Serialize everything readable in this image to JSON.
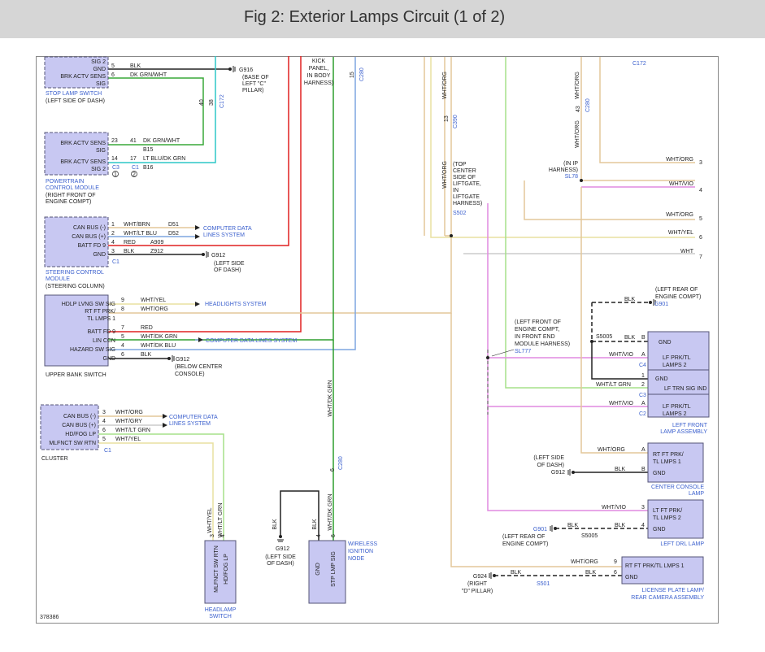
{
  "title": "Fig 2: Exterior Lamps Circuit (1 of 2)",
  "figure_id": "378386",
  "colors": {
    "red": "#e02020",
    "green": "#2e9e2e",
    "dk_grn_wht": "#38a838",
    "cyan": "#2dc7c7",
    "tan": "#e3c79a",
    "violet": "#e18ae1",
    "light_green": "#a6e08a",
    "blue": "#7ea6e0",
    "black": "#222222",
    "component_fill": "#c8c8f2"
  },
  "stop_lamp": {
    "pins": [
      "SIG 2",
      "GND",
      "BRK ACTV SENS",
      "SIG"
    ],
    "wires": [
      {
        "pin": "5",
        "color": "BLK"
      },
      {
        "pin": "6",
        "color": "DK GRN/WHT"
      }
    ],
    "name": "STOP LAMP SWITCH",
    "loc": "(LEFT SIDE OF DASH)",
    "ground": {
      "id": "G916",
      "loc": [
        "(BASE OF",
        "LEFT \"C\"",
        "PILLAR)"
      ]
    }
  },
  "c172_left": {
    "id": "C172",
    "pins": [
      "40",
      "38"
    ]
  },
  "pcm": {
    "pins": [
      "BRK ACTV SENS",
      "SIG",
      "BRK ACTV SENS",
      "SIG 2"
    ],
    "wires": [
      {
        "pin": "23",
        "num": "41",
        "color": "DK GRN/WHT",
        "circuit": "B15"
      },
      {
        "pin": "14",
        "num": "17",
        "color": "LT BLU/DK GRN",
        "circuit": "B16"
      }
    ],
    "connectors": [
      "C3",
      "C1"
    ],
    "circles": [
      "1",
      "2"
    ],
    "name": [
      "POWERTRAIN",
      "CONTROL MODULE"
    ],
    "loc": [
      "(RIGHT FRONT OF",
      "ENGINE COMPT)"
    ]
  },
  "scm": {
    "pins": [
      "CAN BUS (-)",
      "CAN BUS (+)",
      "BATT FD 9",
      "GND"
    ],
    "wires": [
      {
        "pin": "1",
        "color": "WHT/BRN",
        "circuit": "D51"
      },
      {
        "pin": "2",
        "color": "WHT/LT BLU",
        "circuit": "D52"
      },
      {
        "pin": "4",
        "color": "RED",
        "circuit": "A909"
      },
      {
        "pin": "3",
        "color": "BLK",
        "circuit": "Z912"
      }
    ],
    "connector": "C1",
    "data_label": [
      "COMPUTER DATA",
      "LINES SYSTEM"
    ],
    "ground": {
      "id": "G912",
      "loc": [
        "(LEFT SIDE",
        "OF DASH)"
      ]
    },
    "name": [
      "STEERING CONTROL",
      "MODULE"
    ],
    "loc": "(STEERING COLUMN)"
  },
  "ubs": {
    "pins": [
      "HDLP LVNG SW SIG",
      "RT FT PRK/",
      "TL LMPS 1",
      "BATT FD 9",
      "LIN CCN",
      "HAZARD SW SIG",
      "GND"
    ],
    "wires": [
      {
        "pin": "9",
        "color": "WHT/YEL"
      },
      {
        "pin": "8",
        "color": "WHT/ORG"
      },
      {
        "pin": "7",
        "color": "RED"
      },
      {
        "pin": "5",
        "color": "WHT/DK GRN"
      },
      {
        "pin": "4",
        "color": "WHT/DK BLU"
      },
      {
        "pin": "6",
        "color": "BLK"
      }
    ],
    "headlights_label": "HEADLIGHTS SYSTEM",
    "data_label": "COMPUTER DATA LINES SYSTEM",
    "ground": {
      "id": "G912",
      "loc": [
        "(BELOW CENTER",
        "CONSOLE)"
      ]
    },
    "name": "UPPER BANK SWITCH"
  },
  "cluster": {
    "pins": [
      "CAN BUS (-)",
      "CAN BUS (+)",
      "HD/FOG LP",
      "MLFNCT SW RTN"
    ],
    "wires": [
      {
        "pin": "3",
        "color": "WHT/ORG"
      },
      {
        "pin": "4",
        "color": "WHT/GRY"
      },
      {
        "pin": "6",
        "color": "WHT/LT GRN"
      },
      {
        "pin": "5",
        "color": "WHT/YEL"
      }
    ],
    "connector": "C1",
    "data_label": [
      "COMPUTER DATA",
      "LINES SYSTEM"
    ],
    "name": "CLUSTER"
  },
  "kick_panel": [
    "KICK",
    "PANEL,",
    "IN BODY",
    "HARNESS)"
  ],
  "c280_top": {
    "id": "C280",
    "pin": "15"
  },
  "headlamp_switch": {
    "pins": [
      "MLFNCT SW RTN",
      "HD/FOG LP"
    ],
    "pin_nums": [
      "3",
      "4"
    ],
    "wires": [
      "WHT/YEL",
      "WHT/LT GRN"
    ],
    "name": [
      "HEADLAMP",
      "SWITCH"
    ]
  },
  "mid_vertical": {
    "color": "WHT/DK GRN"
  },
  "c280_mid": {
    "id": "C280",
    "pin": "6"
  },
  "win": {
    "pins": [
      "GND",
      "STP LMP SIG"
    ],
    "pin_nums": [
      "4",
      "6"
    ],
    "wires": [
      "BLK",
      "BLK",
      "WHT/DK GRN"
    ],
    "name": [
      "WIRELESS",
      "IGNITION",
      "NODE"
    ],
    "ground": {
      "id": "G912",
      "loc": [
        "(LEFT SIDE",
        "OF DASH)"
      ]
    }
  },
  "liftgate": {
    "c390": {
      "id": "C390",
      "pin": "13"
    },
    "colors": [
      "WHT/ORG",
      "WHT/ORG"
    ],
    "splice": "S502",
    "loc": [
      "(TOP",
      "CENTER",
      "SIDE OF",
      "LIFTGATE,",
      "IN",
      "LIFTGATE",
      "HARNESS)"
    ]
  },
  "ip_harness": {
    "c280": {
      "id": "C280",
      "pin": "43"
    },
    "color": "WHT/ORG",
    "splice": "SL78",
    "loc": [
      "(IN IP",
      "HARNESS)"
    ]
  },
  "c172_right": "C172",
  "right_lines": [
    {
      "num": "3",
      "color": "WHT/ORG"
    },
    {
      "num": "4",
      "color": "WHT/VIO"
    },
    {
      "num": "5",
      "color": "WHT/ORG"
    },
    {
      "num": "6",
      "color": "WHT/YEL"
    },
    {
      "num": "7",
      "color": "WHT"
    }
  ],
  "g901_top": {
    "id": "G901",
    "color": "BLK",
    "loc": [
      "(LEFT REAR OF",
      "ENGINE COMPT)"
    ]
  },
  "sl777": {
    "id": "SL777",
    "loc": [
      "(LEFT FRONT OF",
      "ENGINE COMPT,",
      "IN FRONT END",
      "MODULE HARNESS)"
    ]
  },
  "s5005_top": "S5005",
  "lf_lamp": {
    "sections": [
      {
        "pins": [
          "GND",
          "LF PRK/TL",
          "LAMPS 2"
        ]
      },
      {
        "pins": [
          "GND",
          "LF TRN SIG IND"
        ]
      },
      {
        "pins": [
          "LF PRK/TL",
          "LAMPS 2"
        ]
      }
    ],
    "wires": [
      {
        "pin": "B",
        "color": "BLK"
      },
      {
        "pin": "A",
        "color": "WHT/VIO",
        "conn": "C4"
      },
      {
        "pin": "1",
        "color": ""
      },
      {
        "pin": "2",
        "color": "WHT/LT GRN",
        "conn": "C3"
      },
      {
        "pin": "A",
        "color": "WHT/VIO",
        "conn": "C2"
      }
    ],
    "name": [
      "LEFT FRONT",
      "LAMP ASSEMBLY"
    ]
  },
  "ccl": {
    "pins": [
      "RT FT PRK/",
      "TL LMPS 1",
      "GND"
    ],
    "wires": [
      {
        "pin": "A",
        "color": "WHT/ORG"
      },
      {
        "pin": "B",
        "color": "BLK"
      }
    ],
    "ground": {
      "id": "G912",
      "loc": [
        "(LEFT SIDE",
        "OF DASH)"
      ]
    },
    "name": [
      "CENTER CONSOLE",
      "LAMP"
    ]
  },
  "drl": {
    "pins": [
      "LT FT PRK/",
      "TL LMPS 2",
      "GND"
    ],
    "wires": [
      {
        "pin": "3",
        "color": "WHT/VIO"
      },
      {
        "pin": "4",
        "color": "BLK"
      }
    ],
    "ground": {
      "id": "G901",
      "color": "BLK",
      "loc": [
        "(LEFT REAR OF",
        "ENGINE COMPT)"
      ]
    },
    "splice": "S5005",
    "name": "LEFT DRL LAMP"
  },
  "lic": {
    "pins": [
      "RT FT PRK/TL LMPS 1",
      "GND"
    ],
    "wires": [
      {
        "pin": "9",
        "color": "WHT/ORG"
      },
      {
        "pin": "6",
        "color": "BLK"
      }
    ],
    "ground": {
      "id": "G924",
      "color": "BLK",
      "loc": [
        "(RIGHT",
        "\"D\" PILLAR)"
      ]
    },
    "splice": "S501",
    "name": [
      "LICENSE PLATE LAMP/",
      "REAR CAMERA ASSEMBLY"
    ]
  }
}
